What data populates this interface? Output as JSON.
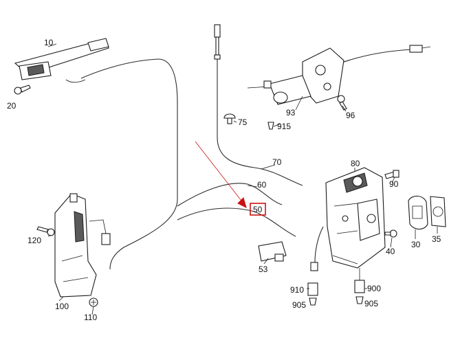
{
  "diagram": {
    "highlight_color": "#cc1111",
    "line_color": "#2a2a2a",
    "labels": {
      "p10": "10",
      "p20": "20",
      "p30": "30",
      "p35": "35",
      "p40": "40",
      "p50": "50",
      "p53": "53",
      "p60": "60",
      "p70": "70",
      "p75": "75",
      "p80": "80",
      "p90": "90",
      "p93": "93",
      "p96": "96",
      "p100": "100",
      "p110": "110",
      "p120": "120",
      "p900": "900",
      "p905a": "905",
      "p905b": "905",
      "p910": "910",
      "p915": "915"
    },
    "highlighted_part": "50"
  }
}
